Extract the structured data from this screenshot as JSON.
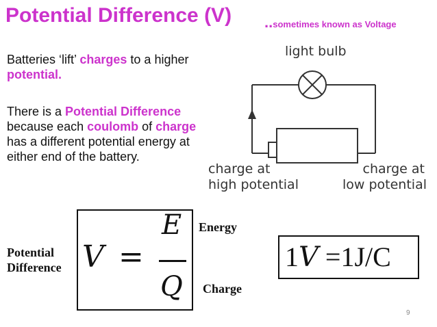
{
  "title": "Potential Difference (V)",
  "subtitle": {
    "prefix": "..",
    "text": "sometimes known as Voltage"
  },
  "paragraph1": {
    "part1": "Batteries ‘lift’ ",
    "highlight1": "charges",
    "part2": " to a higher ",
    "highlight2": "potential."
  },
  "paragraph2": {
    "part1": "There is a ",
    "highlight1": "Potential Difference",
    "part2": " because each ",
    "highlight2": "coulomb",
    "part3": " of ",
    "highlight3": "charge",
    "part4": " has a different potential energy at either end of the battery."
  },
  "circuit": {
    "bulb_label": "light bulb",
    "left_label_line1": "charge at",
    "left_label_line2": "high potential",
    "right_label_line1": "charge at",
    "right_label_line2": "low potential"
  },
  "equation": {
    "lhs": "V",
    "equals": "=",
    "numerator": "E",
    "denominator": "Q",
    "label_left_line1": "Potential",
    "label_left_line2": "Difference",
    "label_numerator": "Energy",
    "label_denominator": "Charge"
  },
  "unit": {
    "number": "1",
    "symbol": "V",
    "rhs": " =1J/C"
  },
  "page_number": "9",
  "colors": {
    "accent": "#cc33cc",
    "text": "#111111"
  }
}
